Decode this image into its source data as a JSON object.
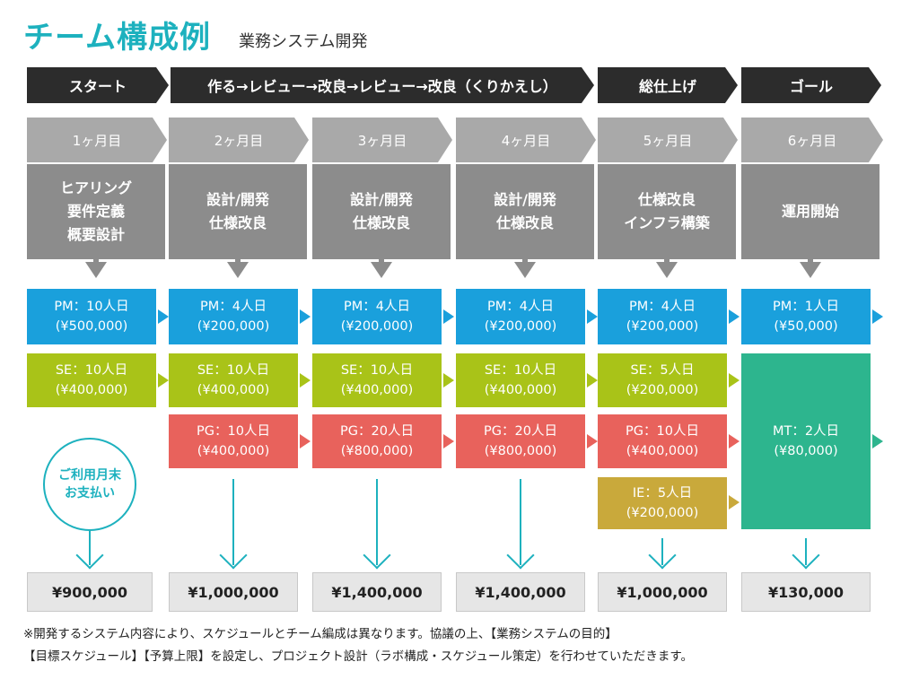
{
  "header": {
    "title": "チーム構成例",
    "subtitle": "業務システム開発"
  },
  "phases": [
    {
      "label": "スタート"
    },
    {
      "label": "作る→レビュー→改良→レビュー→改良（くりかえし）"
    },
    {
      "label": "総仕上げ"
    },
    {
      "label": "ゴール"
    }
  ],
  "months": [
    {
      "label": "1ヶ月目",
      "task": [
        "ヒアリング",
        "要件定義",
        "概要設計"
      ]
    },
    {
      "label": "2ヶ月目",
      "task": [
        "設計/開発",
        "仕様改良"
      ]
    },
    {
      "label": "3ヶ月目",
      "task": [
        "設計/開発",
        "仕様改良"
      ]
    },
    {
      "label": "4ヶ月目",
      "task": [
        "設計/開発",
        "仕様改良"
      ]
    },
    {
      "label": "5ヶ月目",
      "task": [
        "仕様改良",
        "インフラ構築"
      ]
    },
    {
      "label": "6ヶ月目",
      "task": [
        "運用開始"
      ]
    }
  ],
  "pm": [
    {
      "l1": "PM：10人日",
      "l2": "(¥500,000)"
    },
    {
      "l1": "PM：4人日",
      "l2": "(¥200,000)"
    },
    {
      "l1": "PM：4人日",
      "l2": "(¥200,000)"
    },
    {
      "l1": "PM：4人日",
      "l2": "(¥200,000)"
    },
    {
      "l1": "PM：4人日",
      "l2": "(¥200,000)"
    },
    {
      "l1": "PM：1人日",
      "l2": "(¥50,000)"
    }
  ],
  "se": [
    {
      "l1": "SE：10人日",
      "l2": "(¥400,000)"
    },
    {
      "l1": "SE：10人日",
      "l2": "(¥400,000)"
    },
    {
      "l1": "SE：10人日",
      "l2": "(¥400,000)"
    },
    {
      "l1": "SE：10人日",
      "l2": "(¥400,000)"
    },
    {
      "l1": "SE：5人日",
      "l2": "(¥200,000)"
    }
  ],
  "pg": [
    {
      "l1": "PG：10人日",
      "l2": "(¥400,000)"
    },
    {
      "l1": "PG：20人日",
      "l2": "(¥800,000)"
    },
    {
      "l1": "PG：20人日",
      "l2": "(¥800,000)"
    },
    {
      "l1": "PG：10人日",
      "l2": "(¥400,000)"
    }
  ],
  "ie": {
    "l1": "IE：5人日",
    "l2": "(¥200,000)"
  },
  "mt": {
    "l1": "MT：2人日",
    "l2": "(¥80,000)"
  },
  "payment": [
    "ご利用月末",
    "お支払い"
  ],
  "totals": [
    "¥900,000",
    "¥1,000,000",
    "¥1,400,000",
    "¥1,400,000",
    "¥1,000,000",
    "¥130,000"
  ],
  "notes": [
    "※開発するシステム内容により、スケジュールとチーム編成は異なります。協議の上、【業務システムの目的】",
    "【目標スケジュール】【予算上限】を設定し、プロジェクト設計（ラボ構成・スケジュール策定）を行わせていただきます。"
  ],
  "colors": {
    "title": "#1db1be",
    "pm": "#1aa0dc",
    "se": "#a9c318",
    "pg": "#e8625c",
    "ie": "#c9a93b",
    "mt": "#2db58e",
    "phase": "#2c2c2c",
    "month": "#a9a9a9",
    "task": "#8c8c8c"
  }
}
